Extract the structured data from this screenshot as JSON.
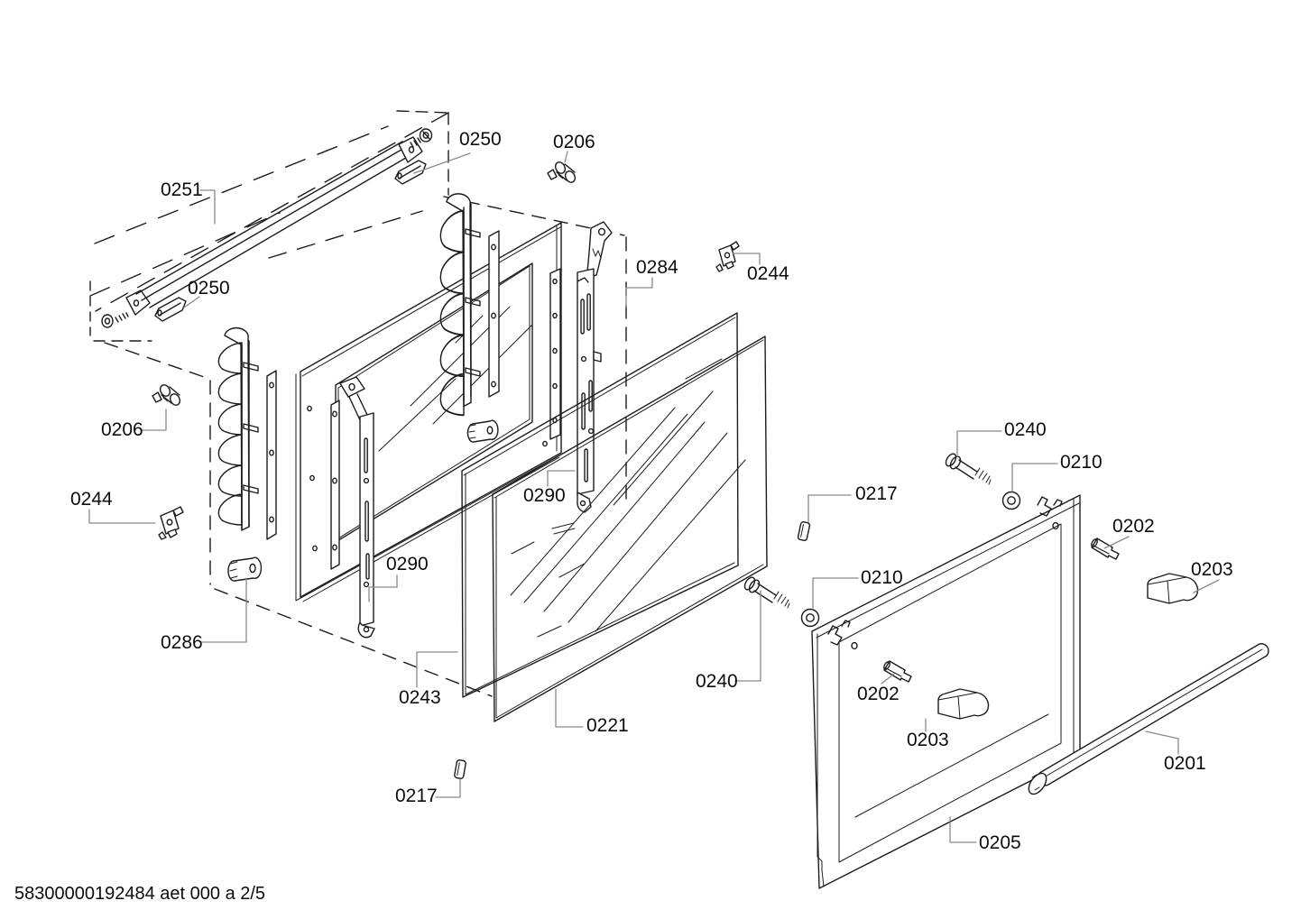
{
  "diagram": {
    "background": "#ffffff",
    "line_color": "#1c1c1c",
    "leader_color": "#8a8a8a",
    "footer": "58300000192484 aet 000 a 2/5",
    "labels": [
      {
        "id": "label-0251",
        "text": "0251"
      },
      {
        "id": "label-0250-top",
        "text": "0250"
      },
      {
        "id": "label-0206-top",
        "text": "0206"
      },
      {
        "id": "label-0250-left",
        "text": "0250"
      },
      {
        "id": "label-0206-left",
        "text": "0206"
      },
      {
        "id": "label-0244-left",
        "text": "0244"
      },
      {
        "id": "label-0284",
        "text": "0284"
      },
      {
        "id": "label-0244-top",
        "text": "0244"
      },
      {
        "id": "label-0290-center",
        "text": "0290"
      },
      {
        "id": "label-0290-left",
        "text": "0290"
      },
      {
        "id": "label-0286",
        "text": "0286"
      },
      {
        "id": "label-0243",
        "text": "0243"
      },
      {
        "id": "label-0221",
        "text": "0221"
      },
      {
        "id": "label-0217-left",
        "text": "0217"
      },
      {
        "id": "label-0217-right",
        "text": "0217"
      },
      {
        "id": "label-0240-top",
        "text": "0240"
      },
      {
        "id": "label-0210-top",
        "text": "0210"
      },
      {
        "id": "label-0240-bottom",
        "text": "0240"
      },
      {
        "id": "label-0210-bottom",
        "text": "0210"
      },
      {
        "id": "label-0202-top",
        "text": "0202"
      },
      {
        "id": "label-0203-top",
        "text": "0203"
      },
      {
        "id": "label-0202-bottom",
        "text": "0202"
      },
      {
        "id": "label-0203-bottom",
        "text": "0203"
      },
      {
        "id": "label-0201",
        "text": "0201"
      },
      {
        "id": "label-0205",
        "text": "0205"
      }
    ]
  }
}
